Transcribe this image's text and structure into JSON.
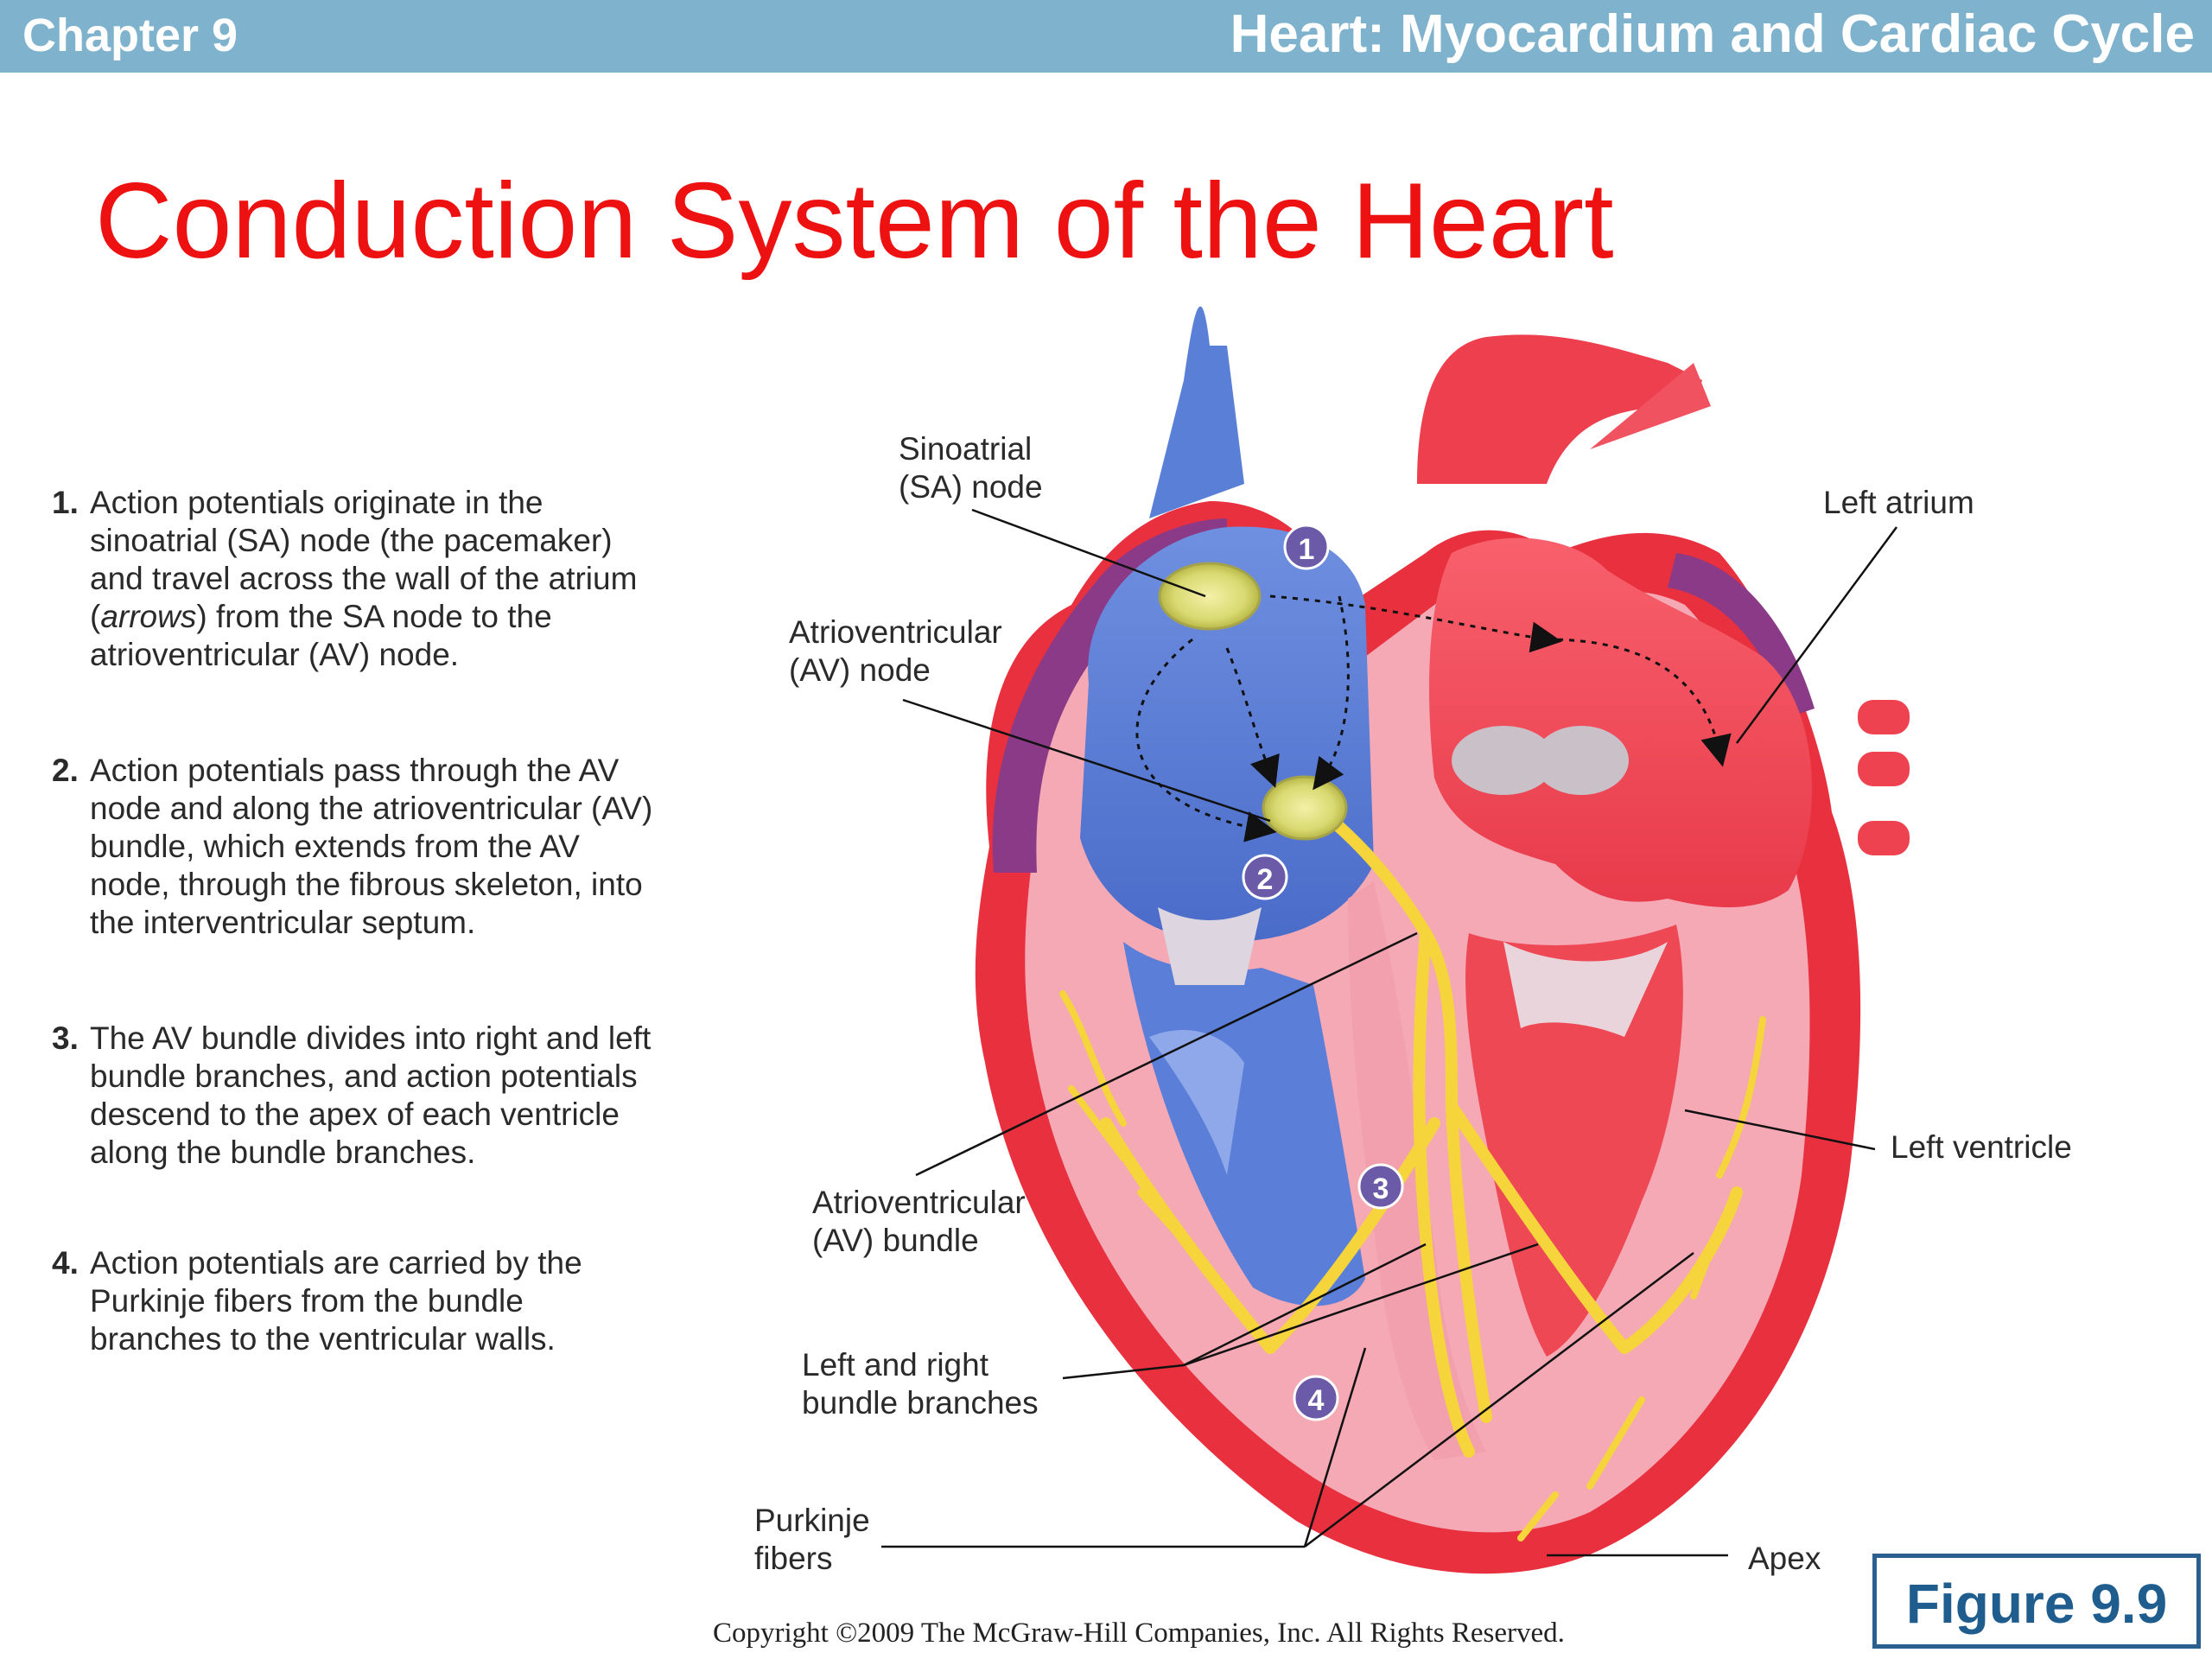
{
  "header": {
    "chapter": "Chapter 9",
    "title": "Heart: Myocardium and Cardiac Cycle"
  },
  "slide": {
    "title": "Conduction System of the Heart"
  },
  "steps": [
    {
      "number": "1.",
      "lines": [
        "Action potentials originate in the",
        "sinoatrial (SA) node (the pacemaker)",
        "and travel across the wall of the atrium",
        "(arrows) from the SA node to the",
        "atrioventricular (AV) node."
      ]
    },
    {
      "number": "2.",
      "lines": [
        "Action potentials pass through the AV",
        "node and along the atrioventricular (AV)",
        "bundle, which extends from the AV",
        "node, through the fibrous skeleton, into",
        "the interventricular septum."
      ]
    },
    {
      "number": "3.",
      "lines": [
        "The AV bundle divides into right and left",
        "bundle branches, and action potentials",
        "descend to the apex of each ventricle",
        "along the bundle branches."
      ]
    },
    {
      "number": "4.",
      "lines": [
        "Action potentials are carried by the",
        "Purkinje fibers from the bundle",
        "branches to the ventricular walls."
      ]
    }
  ],
  "diagram": {
    "labels": {
      "sa_node": "Sinoatrial\n(SA) node",
      "left_atrium": "Left atrium",
      "av_node": "Atrioventricular\n(AV) node",
      "left_ventricle": "Left ventricle",
      "av_bundle": "Atrioventricular\n(AV) bundle",
      "bundle_branches": "Left and right\nbundle branches",
      "purkinje": "Purkinje\nfibers",
      "apex": "Apex"
    },
    "step_markers": [
      "1",
      "2",
      "3",
      "4"
    ]
  },
  "figure": {
    "label": "Figure 9.9"
  },
  "copyright": "Copyright ©2009 The McGraw-Hill Companies, Inc. All Rights Reserved.",
  "colors": {
    "header_bar": "#7fb2cd",
    "title_red": "#ee1111",
    "figure_blue": "#1f5d8e",
    "marker_purple": "#6a5aa8",
    "conduction_yellow": "#f5d43c"
  }
}
